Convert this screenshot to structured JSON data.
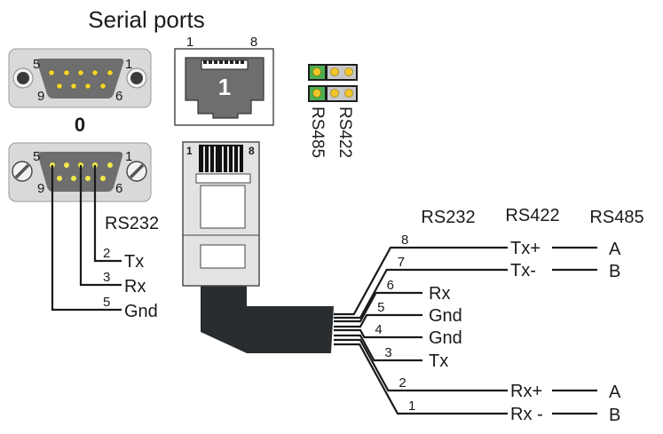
{
  "title": "Serial ports",
  "db9_port": {
    "label": "0",
    "pin_labels": {
      "top_left": "5",
      "top_right": "1",
      "bottom_left": "9",
      "bottom_right": "6"
    },
    "connector_color": "#6e6e6e",
    "pin_color": "#f2d32a",
    "shell_color": "#d9d9d9"
  },
  "db9_plug": {
    "pin_labels": {
      "top_left": "5",
      "top_right": "1",
      "bottom_left": "9",
      "bottom_right": "6"
    },
    "protocol_label": "RS232",
    "wires": [
      {
        "pin": "2",
        "signal": "Tx"
      },
      {
        "pin": "3",
        "signal": "Rx"
      },
      {
        "pin": "5",
        "signal": "Gnd"
      }
    ]
  },
  "rj45_port": {
    "label": "1",
    "pin_first": "1",
    "pin_last": "8"
  },
  "rj45_plug": {
    "pin_first": "1",
    "pin_last": "8",
    "cable_color": "#2a2d30"
  },
  "jumpers": {
    "labels": [
      "RS485",
      "RS422"
    ],
    "green": "#4caf50",
    "pin_color": "#f2c62a"
  },
  "pinout_table": {
    "headers": [
      "RS232",
      "RS422",
      "RS485"
    ],
    "rows": [
      {
        "pin": "8",
        "rs232": "",
        "rs422": "Tx+",
        "rs485": "A"
      },
      {
        "pin": "7",
        "rs232": "",
        "rs422": "Tx-",
        "rs485": "B"
      },
      {
        "pin": "6",
        "rs232": "Rx",
        "rs422": "",
        "rs485": ""
      },
      {
        "pin": "5",
        "rs232": "Gnd",
        "rs422": "",
        "rs485": ""
      },
      {
        "pin": "4",
        "rs232": "Gnd",
        "rs422": "",
        "rs485": ""
      },
      {
        "pin": "3",
        "rs232": "Tx",
        "rs422": "",
        "rs485": ""
      },
      {
        "pin": "2",
        "rs232": "",
        "rs422": "Rx+",
        "rs485": "A"
      },
      {
        "pin": "1",
        "rs232": "",
        "rs422": "Rx -",
        "rs485": "B"
      }
    ]
  }
}
